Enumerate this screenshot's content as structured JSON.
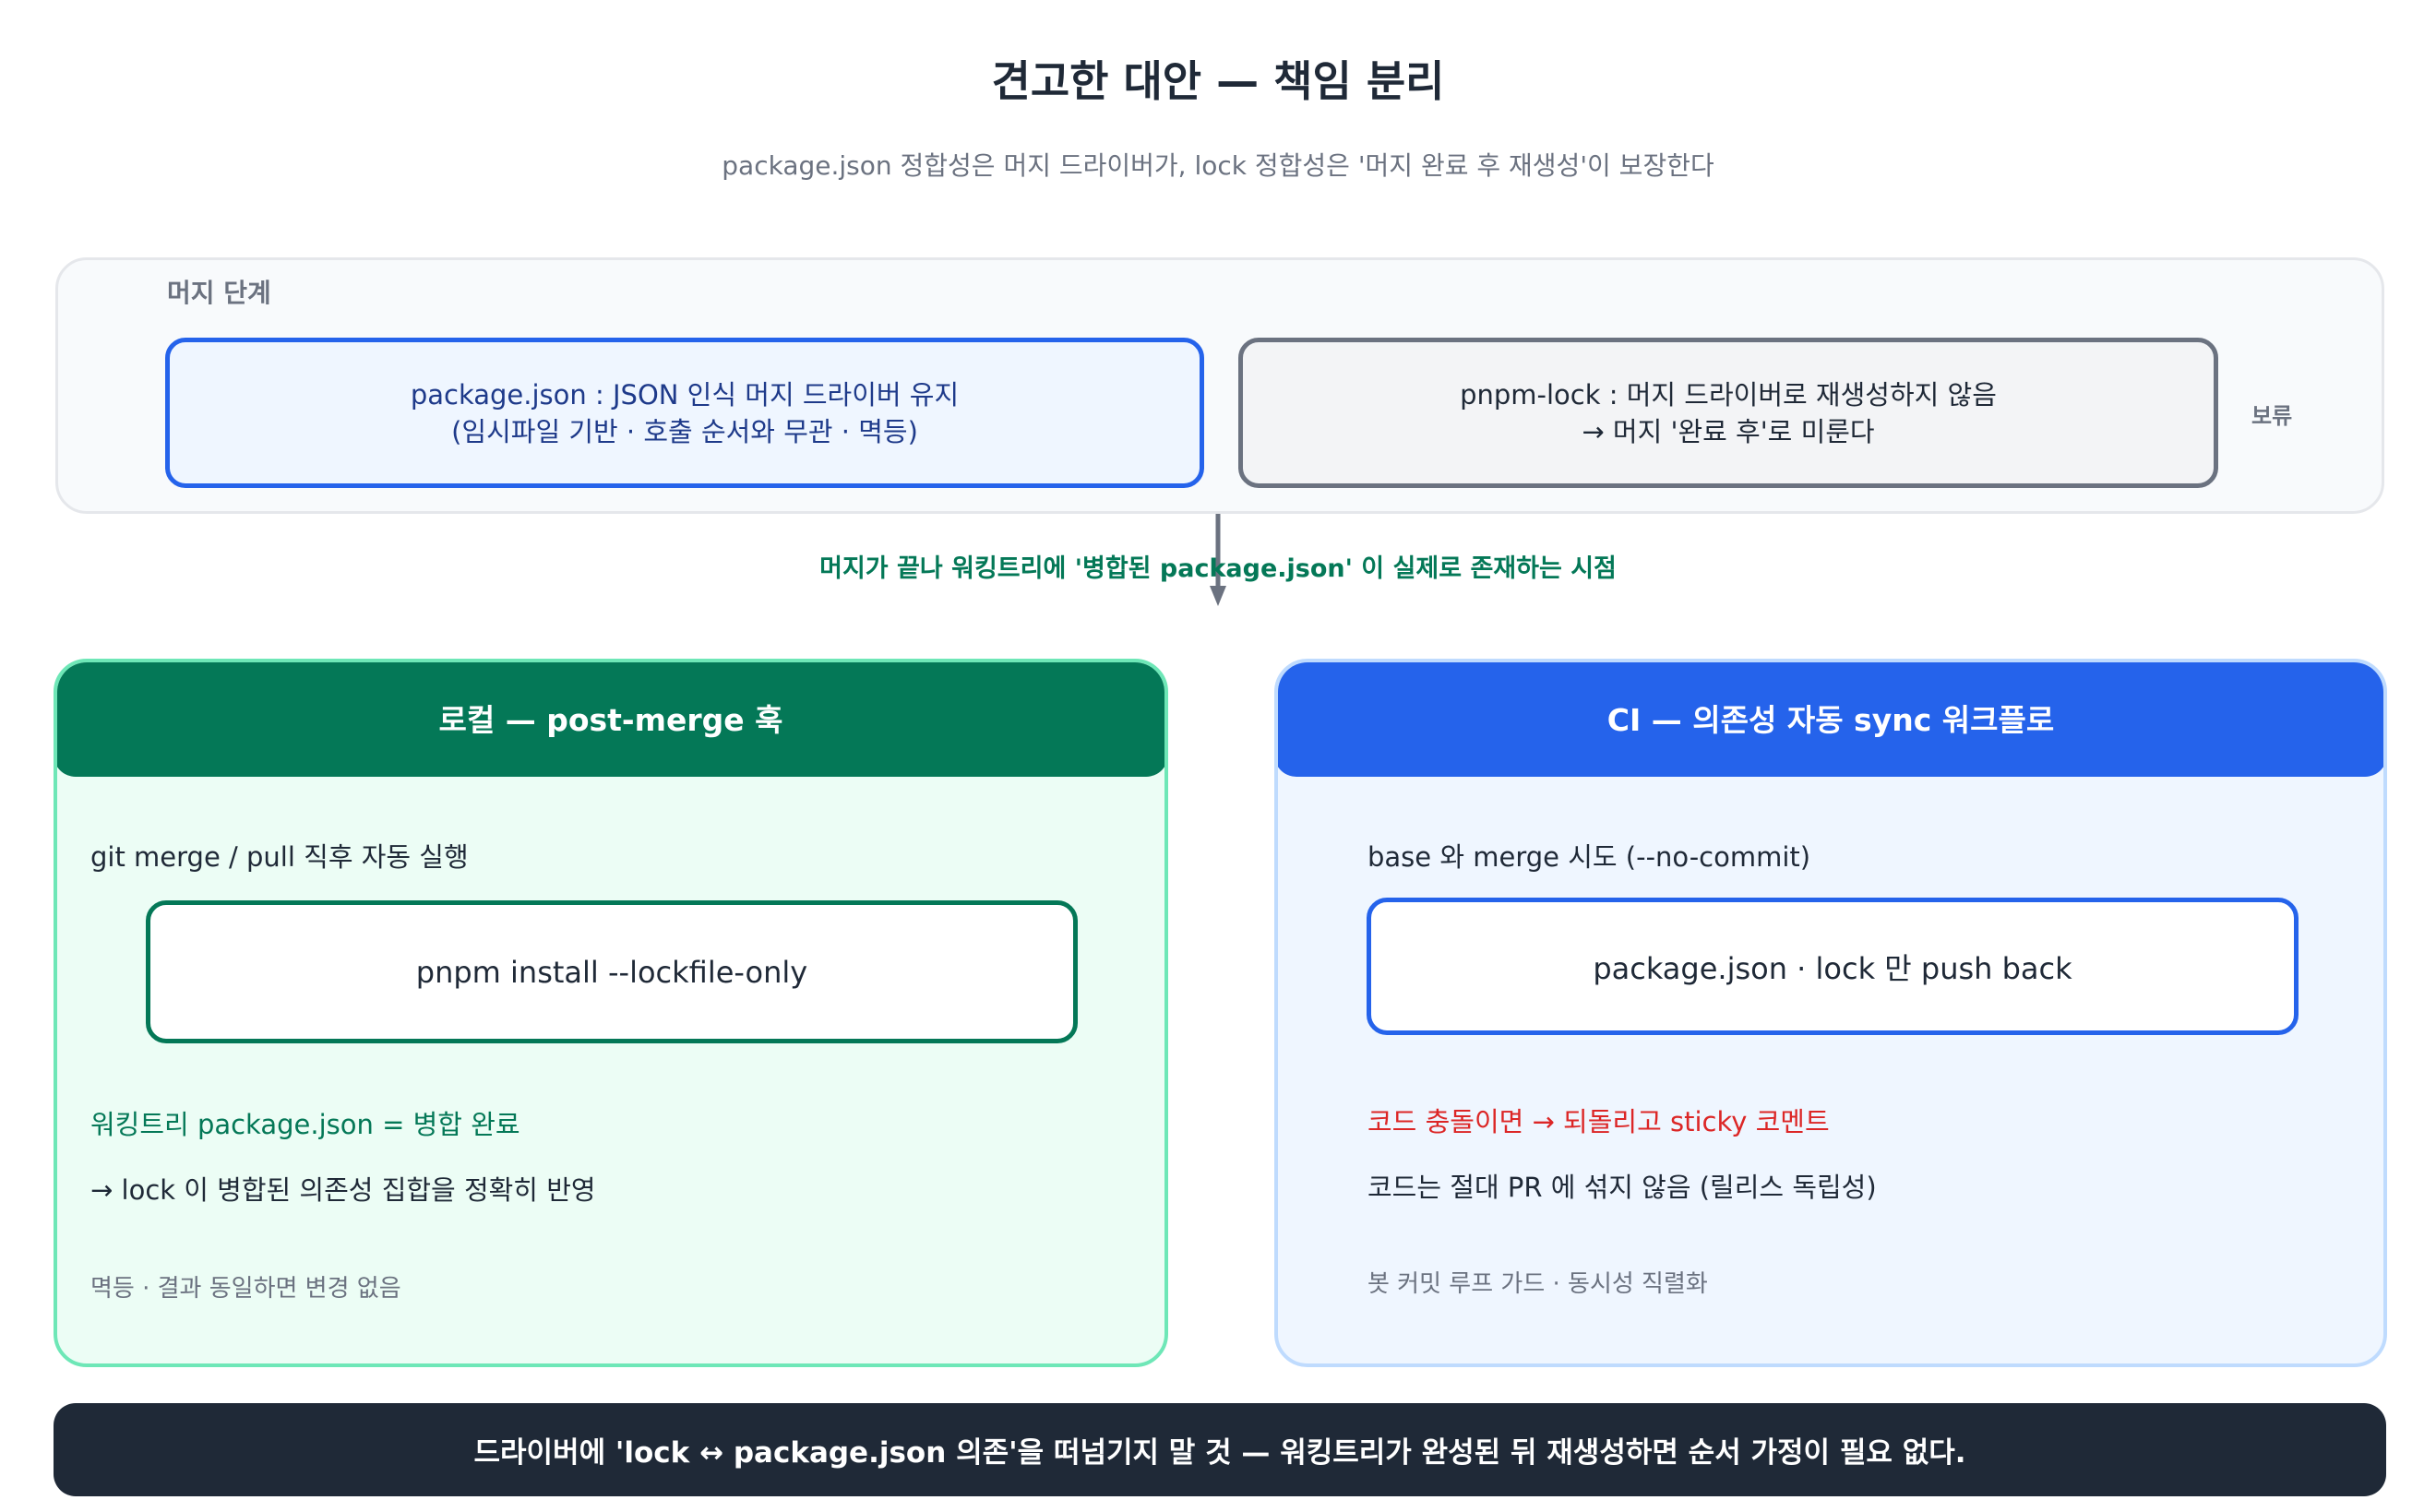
{
  "title": "견고한 대안 — 책임 분리",
  "subtitle": "package.json 정합성은 머지 드라이버가, lock 정합성은 '머지 완료 후 재생성'이 보장한다",
  "merge_stage": {
    "label": "머지 단계",
    "package_box": {
      "line1": "package.json : JSON 인식 머지 드라이버 유지",
      "line2": "(임시파일 기반 · 호출 순서와 무관 · 멱등)"
    },
    "lock_box": {
      "line1": "pnpm-lock : 머지 드라이버로 재생성하지 않음",
      "line2": "→ 머지 '완료 후'로 미룬다"
    },
    "hold_label": "보류"
  },
  "transition_label": "머지가 끝나 워킹트리에 '병합된 package.json' 이 실제로 존재하는 시점",
  "local_panel": {
    "header": "로컬 — post-merge 훅",
    "step1": "git merge / pull 직후 자동 실행",
    "code": "pnpm install --lockfile-only",
    "note1": "워킹트리 package.json = 병합 완료",
    "note2": "→ lock 이 병합된 의존성 집합을 정확히 반영",
    "footnote": "멱등 · 결과 동일하면 변경 없음"
  },
  "ci_panel": {
    "header": "CI — 의존성 자동 sync 워크플로",
    "step1": "base 와 merge 시도 (--no-commit)",
    "code": "package.json · lock 만 push back",
    "note1": "코드 충돌이면 → 되돌리고 sticky 코멘트",
    "note2": "코드는 절대 PR 에 섞지 않음 (릴리스 독립성)",
    "footnote": "봇 커밋 루프 가드 · 동시성 직렬화"
  },
  "bottom_banner": "드라이버에 'lock ↔ package.json 의존'을 떠넘기지 말 것 — 워킹트리가 완성된 뒤 재생성하면 순서 가정이 필요 없다.",
  "colors": {
    "local_accent": "#047857",
    "ci_accent": "#2563eb",
    "danger": "#dc2626",
    "banner_bg": "#1f2937"
  }
}
